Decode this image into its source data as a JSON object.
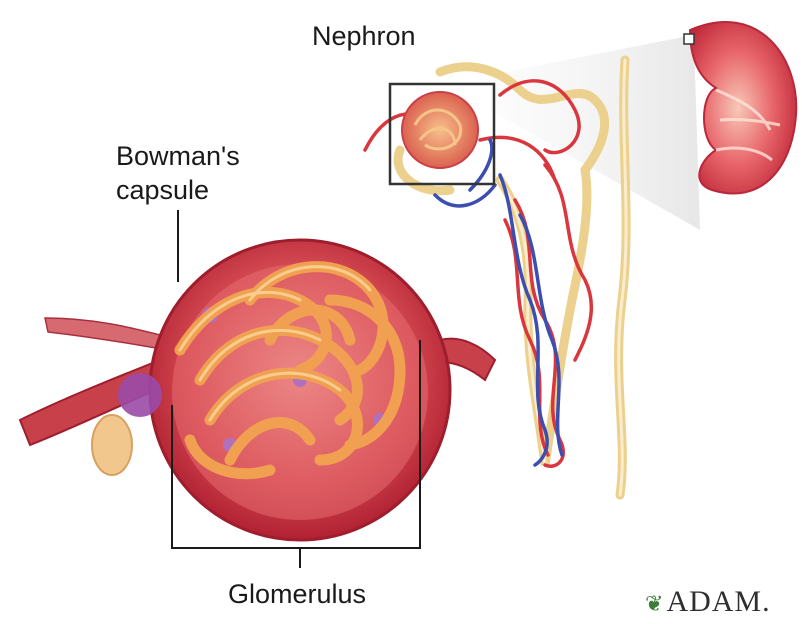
{
  "labels": {
    "nephron": "Nephron",
    "bowmans_line1": "Bowman's",
    "bowmans_line2": "capsule",
    "glomerulus": "Glomerulus"
  },
  "logo": {
    "text": "ADAM.",
    "leaf_icon": "leaf-icon"
  },
  "colors": {
    "capsule_red": "#c8283a",
    "capillary_orange": "#f0a050",
    "artery_red": "#d9363e",
    "vein_blue": "#3c4fb0",
    "tubule_yellow": "#f2d79a",
    "purple_cell": "#9a4aa8"
  }
}
